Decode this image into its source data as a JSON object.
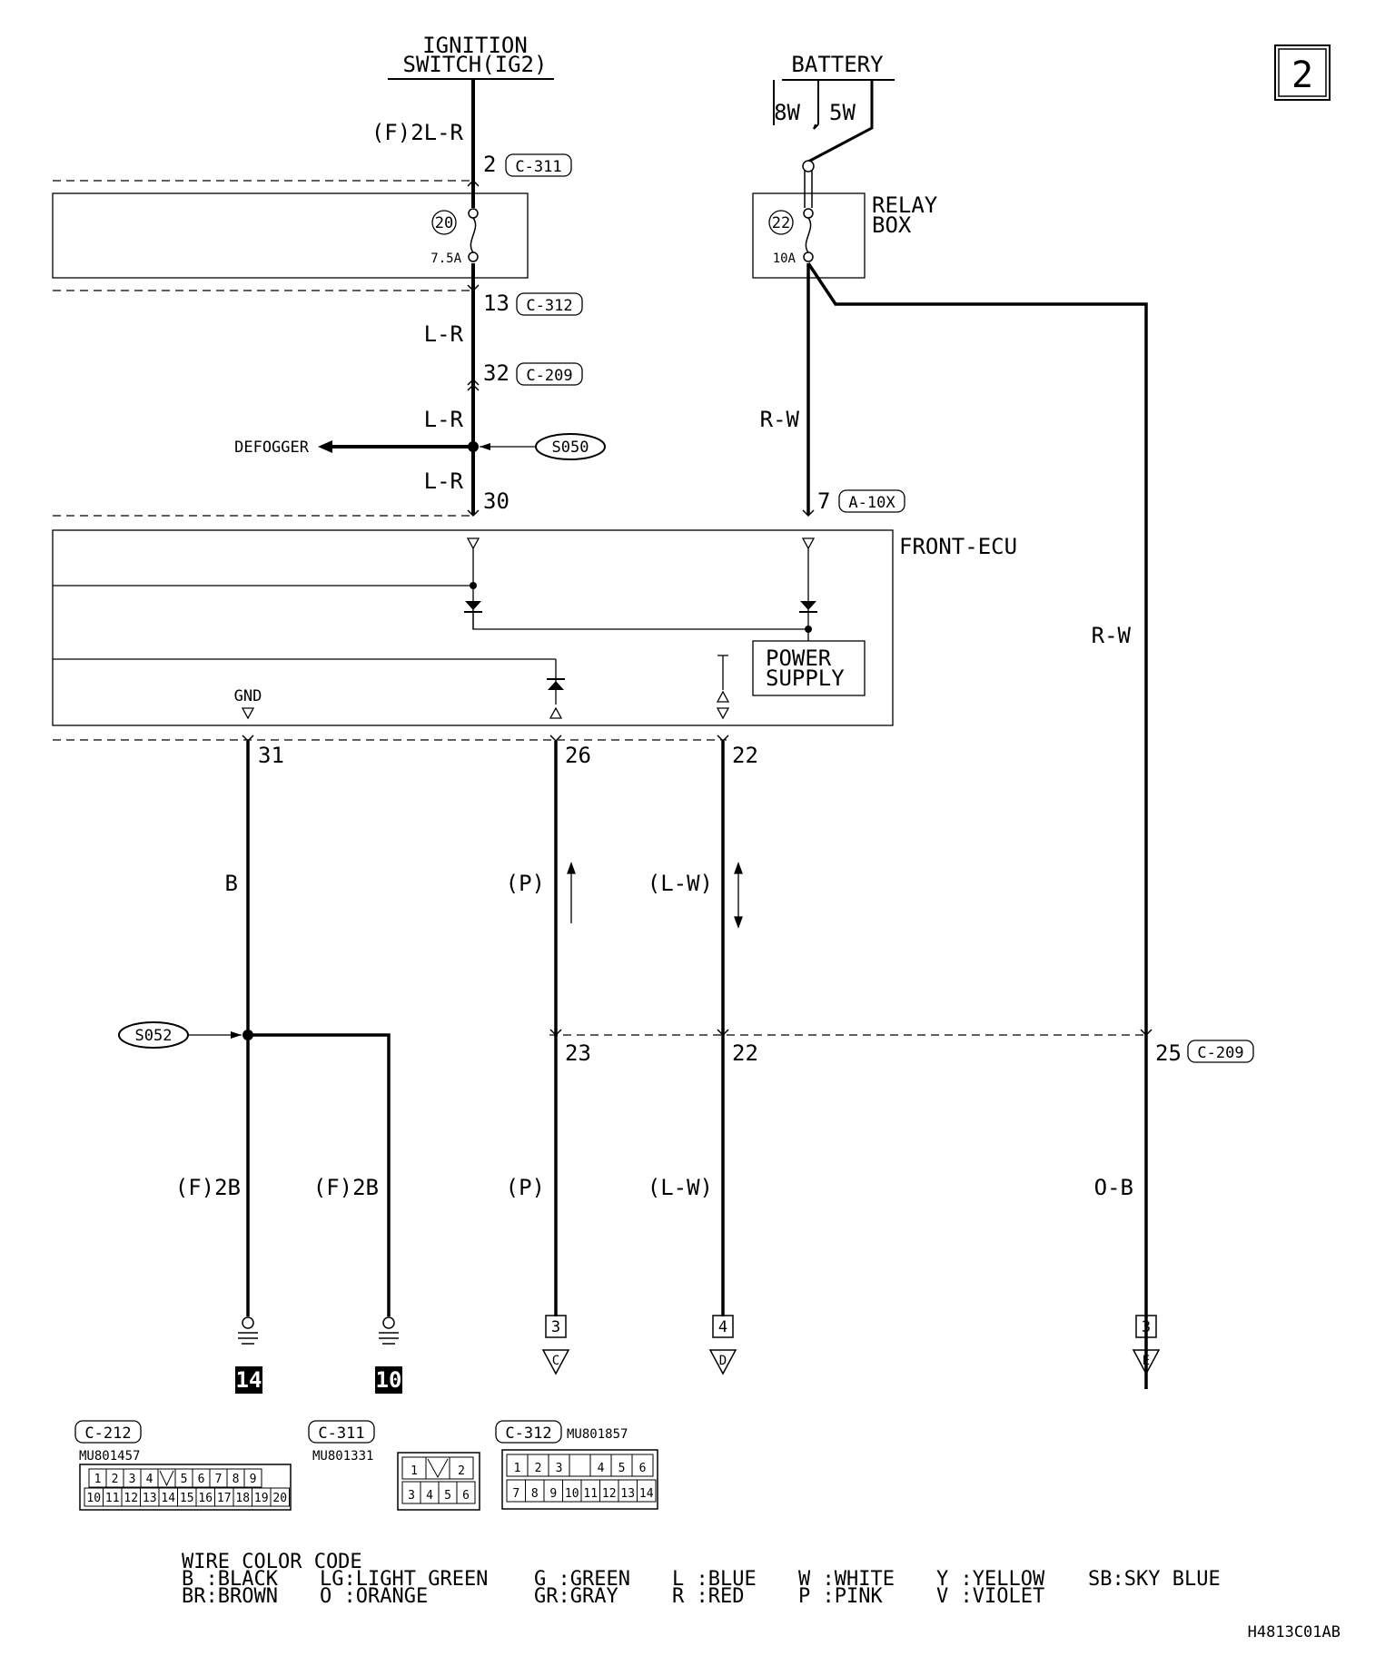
{
  "page_number": "2",
  "figure_code": "H4813C01AB",
  "sources": {
    "ignition": {
      "line1": "IGNITION",
      "line2": "SWITCH(IG2)"
    },
    "battery": "BATTERY"
  },
  "relay_box": {
    "line1": "RELAY",
    "line2": "BOX"
  },
  "front_ecu": "FRONT-ECU",
  "power_supply": {
    "line1": "POWER",
    "line2": "SUPPLY"
  },
  "gnd": "GND",
  "defogger": "DEFOGGER",
  "fuses": {
    "f20": {
      "num": "20",
      "rating": "7.5A"
    },
    "f22": {
      "num": "22",
      "rating": "10A"
    }
  },
  "battery_wires": {
    "left": "8W",
    "right": "5W"
  },
  "wire_labels": {
    "ign_top": "(F)2L-R",
    "lr_1": "L-R",
    "lr_2": "L-R",
    "lr_3": "L-R",
    "rw_1": "R-W",
    "rw_2": "R-W",
    "gnd_b": "B",
    "p_1": "(P)",
    "lw_1": "(L-W)",
    "f2b_1": "(F)2B",
    "f2b_2": "(F)2B",
    "p_2": "(P)",
    "lw_2": "(L-W)",
    "ob": "O-B"
  },
  "pins": {
    "p2": "2",
    "p13": "13",
    "p32": "32",
    "p30": "30",
    "p7": "7",
    "p31": "31",
    "p26": "26",
    "p22a": "22",
    "p23": "23",
    "p22b": "22",
    "p25": "25"
  },
  "connectors": {
    "c311": "C-311",
    "c312": "C-312",
    "c209a": "C-209",
    "a10x": "A-10X",
    "c209b": "C-209"
  },
  "splices": {
    "s050": "S050",
    "s052": "S052"
  },
  "grounds": [
    "14",
    "10"
  ],
  "terminals": [
    {
      "box": "3",
      "letter": "C"
    },
    {
      "box": "4",
      "letter": "D"
    },
    {
      "box": "3",
      "letter": "E"
    }
  ],
  "connector_views": {
    "c212": {
      "name": "C-212",
      "part": "MU801457",
      "row1": [
        "1",
        "2",
        "3",
        "4",
        "",
        "5",
        "6",
        "7",
        "8",
        "9"
      ],
      "row2": [
        "10",
        "11",
        "12",
        "13",
        "14",
        "15",
        "16",
        "17",
        "18",
        "19",
        "20"
      ]
    },
    "c311": {
      "name": "C-311",
      "part": "MU801331",
      "row1": [
        "1",
        "",
        "2"
      ],
      "row2": [
        "3",
        "4",
        "5",
        "6"
      ]
    },
    "c312": {
      "name": "C-312",
      "part": "MU801857",
      "row1": [
        "1",
        "2",
        "3",
        "",
        "4",
        "5",
        "6"
      ],
      "row2": [
        "7",
        "8",
        "9",
        "10",
        "11",
        "12",
        "13",
        "14"
      ]
    }
  },
  "legend": {
    "title": "WIRE COLOR CODE",
    "row1": [
      "B :BLACK",
      "LG:LIGHT GREEN",
      "G :GREEN",
      "L :BLUE",
      "W :WHITE",
      "Y :YELLOW",
      "SB:SKY BLUE"
    ],
    "row2": [
      "BR:BROWN",
      "O :ORANGE",
      "GR:GRAY",
      "R :RED",
      "P :PINK",
      "V :VIOLET"
    ]
  }
}
